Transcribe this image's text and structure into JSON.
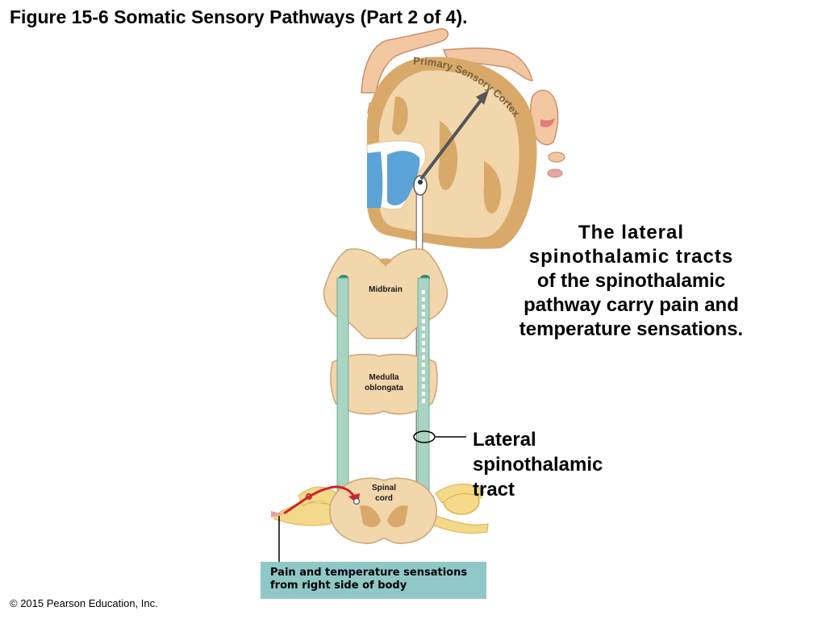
{
  "title": "Figure 15-6 Somatic Sensory Pathways (Part 2 of 4).",
  "labels": {
    "cortex": "Primary Sensory Cortex",
    "midbrain": "Midbrain",
    "medulla_line1": "Medulla",
    "medulla_line2": "oblongata",
    "spinal_line1": "Spinal",
    "spinal_line2": "cord"
  },
  "caption": {
    "head": "The lateral spinothalamic tracts",
    "body": "of the spinothalamic pathway carry pain and temperature sensations."
  },
  "callout": "Lateral\nspinothalamic\ntract",
  "source_box": "Pain and temperature sensations\nfrom right side of body",
  "copyright": "© 2015 Pearson Education, Inc.",
  "colors": {
    "tissue": "#f2d6ac",
    "cortex_gray": "#d9a96a",
    "ventricle": "#5ba3d6",
    "tract_green": "#a9d3c2",
    "tract_dark": "#2e8f6f",
    "pathway_white": "#ffffff",
    "nerve_yellow": "#f5d98a",
    "arrow_red": "#d2232a",
    "box_teal": "#8fc8c7"
  }
}
